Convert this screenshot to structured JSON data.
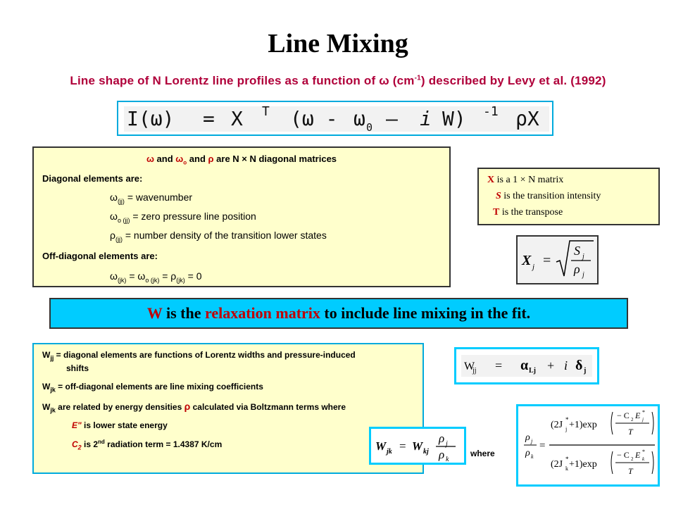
{
  "title": "Line Mixing",
  "subtitle": {
    "text": "Line shape of N Lorentz line profiles as a function of ω (cm",
    "sup": "-1",
    "text2": ") described by Levy et al. (1992)"
  },
  "equation_main": {
    "lhs": "I(ω)",
    "eq": "=",
    "x": "X",
    "t": "T",
    "paren_open": "(ω -",
    "omega0": "ω",
    "omega0_sub": "0",
    "minus": "–",
    "i": "i",
    "w": "W)",
    "inv": "-1",
    "rho_x": "ρX"
  },
  "diagonal_box": {
    "head_omega": "ω",
    "head_and1": " and ",
    "head_omega0": "ω",
    "head_omega0_sub": "o",
    "head_and2": " and ",
    "head_rho": "ρ",
    "head_rest": " are N × N  diagonal matrices",
    "diag_label": "Diagonal elements are:",
    "line1_sym": "ω",
    "line1_sub": "(jj)",
    "line1_rest": " =  wavenumber",
    "line2_sym": "ω",
    "line2_sub": "o (jj)",
    "line2_rest": " = zero pressure line position",
    "line3_sym": "ρ",
    "line3_sub": "(jj)",
    "line3_rest": "  = number density of the transition lower states",
    "offdiag_label": "Off-diagonal elements are:",
    "line4_a": "ω",
    "line4_a_sub": "(jk)",
    "line4_b": " = ω",
    "line4_b_sub": "o (jk)",
    "line4_c": " = ρ",
    "line4_c_sub": "(jk)",
    "line4_d": " = 0"
  },
  "x_box": {
    "x_sym": "X",
    "x_text": "  is a 1 × N matrix",
    "s_sym": "S",
    "s_text": "  is the transition intensity",
    "t_sym": "T",
    "t_text": "  is the transpose"
  },
  "x_equation": {
    "lhs": "X",
    "lhs_sub": "j",
    "eq": "=",
    "num": "S",
    "num_sub": "j",
    "den": "ρ",
    "den_sub": "j"
  },
  "banner": {
    "w": "W",
    "part1": " is the ",
    "relax": "relaxation matrix",
    "part2": " to include line mixing in the fit."
  },
  "w_box": {
    "l1_w": "W",
    "l1_sub": "jj",
    "l1_text": " = diagonal elements are functions of Lorentz widths and pressure-induced",
    "l1_cont": "shifts",
    "l2_w": "W",
    "l2_sub": "jk",
    "l2_text": " = off-diagonal elements are line mixing coefficients",
    "l3_w": "W",
    "l3_sub": "jk",
    "l3_text": " are related by energy densities ",
    "l3_rho": "ρ",
    "l3_text2": " calculated via Boltzmann terms where",
    "l4_sym": "E\"",
    "l4_text": " is lower state energy",
    "l5_sym": "C",
    "l5_sub": "2",
    "l5_text": " is 2",
    "l5_sup": "nd",
    "l5_text2": " radiation term = 1.4387 K/cm"
  },
  "wjj_equation": {
    "lhs": "W",
    "lhs_sub": "jj",
    "eq": "=",
    "alpha": "α",
    "alpha_sub": "Lj",
    "plus": "+",
    "i": "i",
    "delta": "δ",
    "delta_sub": "j"
  },
  "wjk_equation": {
    "lhs": "W",
    "lhs_sub": "jk",
    "eq": "=",
    "rhs": "W",
    "rhs_sub": "kj",
    "num": "ρ",
    "num_sub": "j",
    "den": "ρ",
    "den_sub": "k"
  },
  "where": "where",
  "rho_equation": {
    "lhs_num": "ρ",
    "lhs_num_sub": "j",
    "lhs_den": "ρ",
    "lhs_den_sub": "k",
    "eq": "=",
    "top_factor": "(2J",
    "top_factor_sub": "j",
    "top_factor_end": " +1)exp",
    "top_num": "− C",
    "top_num_sub": "2",
    "top_num_e": "E",
    "top_num_e_sub": "j",
    "top_den": "T",
    "bot_factor": "(2J",
    "bot_factor_sub": "k",
    "bot_factor_end": " +1)exp",
    "bot_num": "− C",
    "bot_num_sub": "2",
    "bot_num_e": "E",
    "bot_num_e_sub": "k",
    "bot_den": "T",
    "star": "*"
  }
}
